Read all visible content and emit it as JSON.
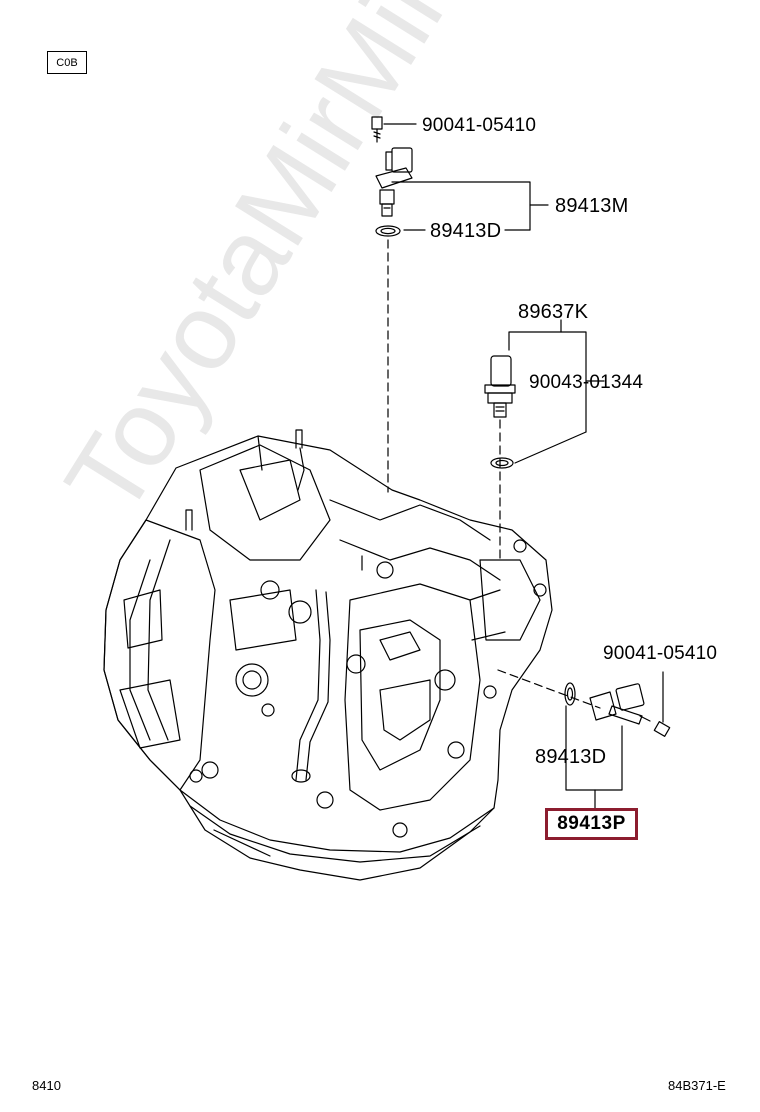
{
  "diagram": {
    "section_tag": "C0B",
    "watermark": "ToyotaMirMine.ru",
    "labels": {
      "bolt_top": "90041-05410",
      "sensor_top_assy": "89413M",
      "oring_top": "89413D",
      "pressure_switch_assy": "89637K",
      "pressure_switch_part": "90043-01344",
      "bolt_side": "90041-05410",
      "oring_side": "89413D",
      "sensor_side_assy": "89413P"
    },
    "footer": {
      "left": "8410",
      "right": "84B371-E"
    },
    "highlight_color": "#8c1d2f"
  }
}
